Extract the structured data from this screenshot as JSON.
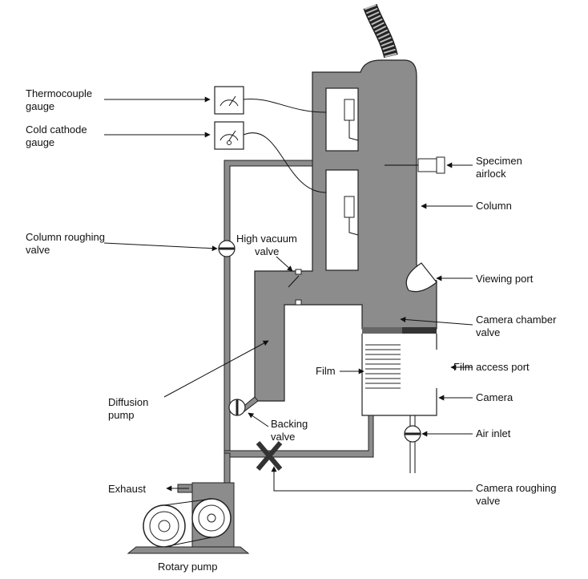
{
  "labels": {
    "thermocouple_l1": "Thermocouple",
    "thermocouple_l2": "gauge",
    "cold_cathode_l1": "Cold cathode",
    "cold_cathode_l2": "gauge",
    "column_roughing_l1": "Column roughing",
    "column_roughing_l2": "valve",
    "high_vacuum_l1": "High vacuum",
    "high_vacuum_l2": "valve",
    "diffusion_l1": "Diffusion",
    "diffusion_l2": "pump",
    "backing_l1": "Backing",
    "backing_l2": "valve",
    "exhaust": "Exhaust",
    "rotary_pump": "Rotary pump",
    "specimen_l1": "Specimen",
    "specimen_l2": "airlock",
    "column": "Column",
    "viewing_port": "Viewing port",
    "camera_chamber_l1": "Camera chamber",
    "camera_chamber_l2": "valve",
    "film_access_port": "Film access port",
    "film": "Film",
    "camera": "Camera",
    "air_inlet": "Air inlet",
    "camera_roughing_l1": "Camera roughing",
    "camera_roughing_l2": "valve"
  },
  "colors": {
    "body": "#8c8c8c",
    "line": "#111111",
    "valve_dark": "#333333"
  }
}
